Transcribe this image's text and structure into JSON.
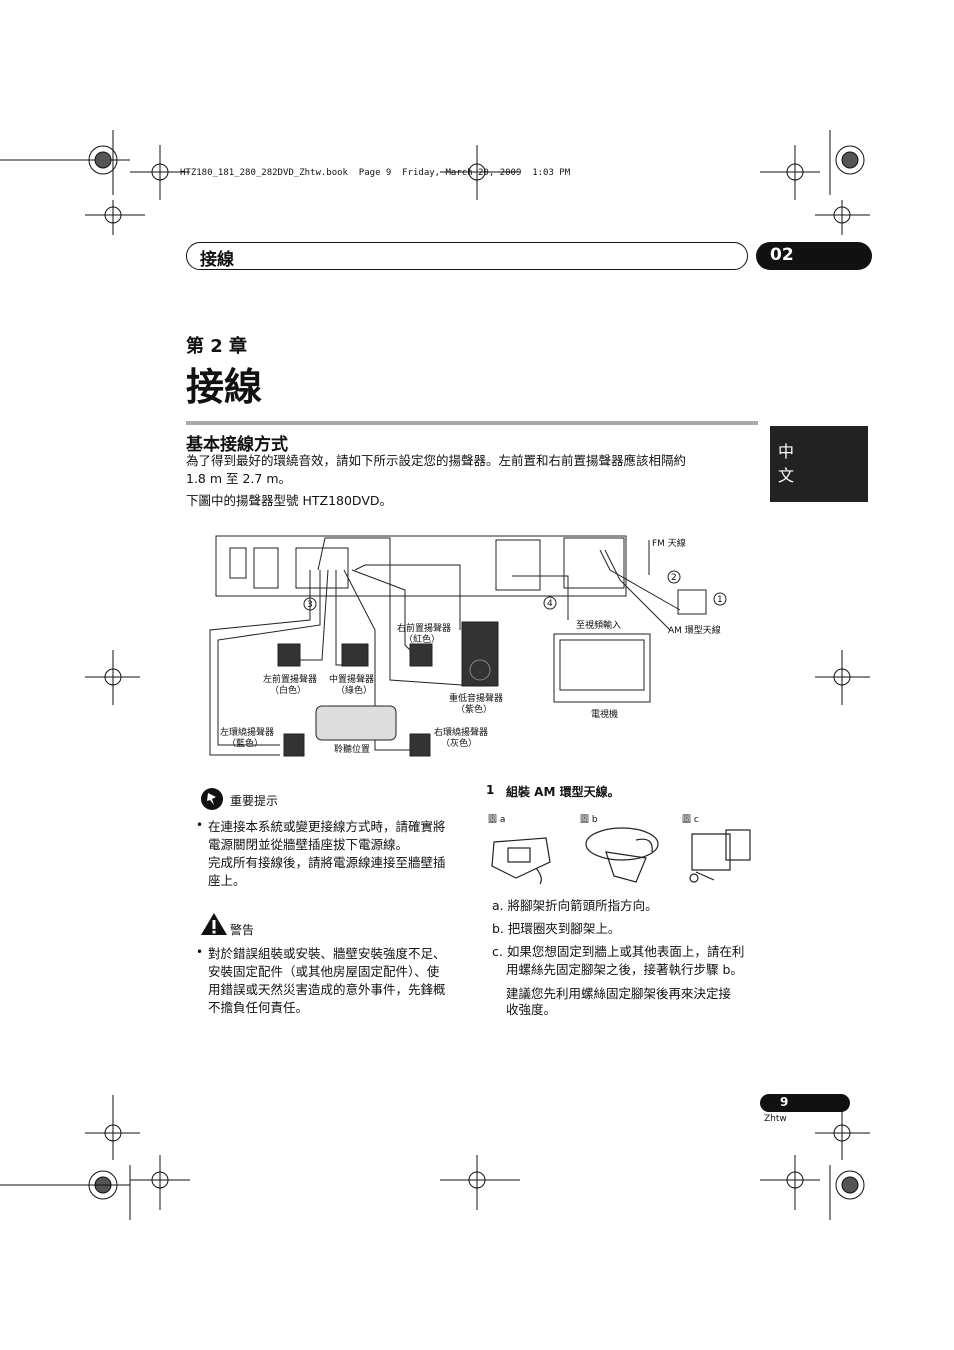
{
  "file_info": "HTZ180_181_280_282DVD_Zhtw.book  Page 9  Friday, March 20, 2009  1:03 PM",
  "header": {
    "title": "接線",
    "chapter": "02"
  },
  "lang_tab": "中文",
  "chapter": {
    "label": "第 2 章",
    "title": "接線"
  },
  "section": {
    "title": "基本接線方式",
    "para1": "為了得到最好的環繞音效，請如下所示設定您的揚聲器。左前置和右前置揚聲器應該相隔約",
    "para1b": "1.8 m 至 2.7 m。",
    "para2": "下圖中的揚聲器型號 HTZ180DVD。"
  },
  "diagram": {
    "fm": "FM 天線",
    "am": "AM 環型天線",
    "video_in": "至視頻輸入",
    "tv": "電視機",
    "front_right": "右前置揚聲器",
    "front_right_c": "（紅色）",
    "front_left": "左前置揚聲器",
    "front_left_c": "（白色）",
    "center": "中置揚聲器",
    "center_c": "（綠色）",
    "sub": "重低音揚聲器",
    "sub_c": "（紫色）",
    "surr_left": "左環繞揚聲器",
    "surr_left_c": "（藍色）",
    "surr_right": "右環繞揚聲器",
    "surr_right_c": "（灰色）",
    "listening": "聆聽位置",
    "n1": "1",
    "n2": "2",
    "n3": "3",
    "n4": "4"
  },
  "important": {
    "title": "重要提示",
    "line1": "在連接本系統或變更接線方式時，請確實將",
    "line2": "電源關閉並從牆壁插座拔下電源線。",
    "line3": "完成所有接線後，請將電源線連接至牆壁插",
    "line4": "座上。"
  },
  "warning": {
    "title": "警告",
    "line1": "對於錯誤組裝或安裝、牆壁安裝強度不足、",
    "line2": "安裝固定配件（或其他房屋固定配件）、使",
    "line3": "用錯誤或天然災害造成的意外事件，先鋒概",
    "line4": "不擔負任何責任。"
  },
  "step": {
    "num": "1",
    "title": "組裝 AM 環型天線。",
    "fig_a": "圖 a",
    "fig_b": "圖 b",
    "fig_c": "圖 c",
    "a": "a. 將腳架折向箭頭所指方向。",
    "b": "b. 把環圈夾到腳架上。",
    "c1": "c. 如果您想固定到牆上或其他表面上，請在利",
    "c2": "用螺絲先固定腳架之後，接著執行步驟 b。",
    "c3": "建議您先利用螺絲固定腳架後再來決定接",
    "c4": "收強度。"
  },
  "footer": {
    "page": "9",
    "lang": "Zhtw"
  }
}
